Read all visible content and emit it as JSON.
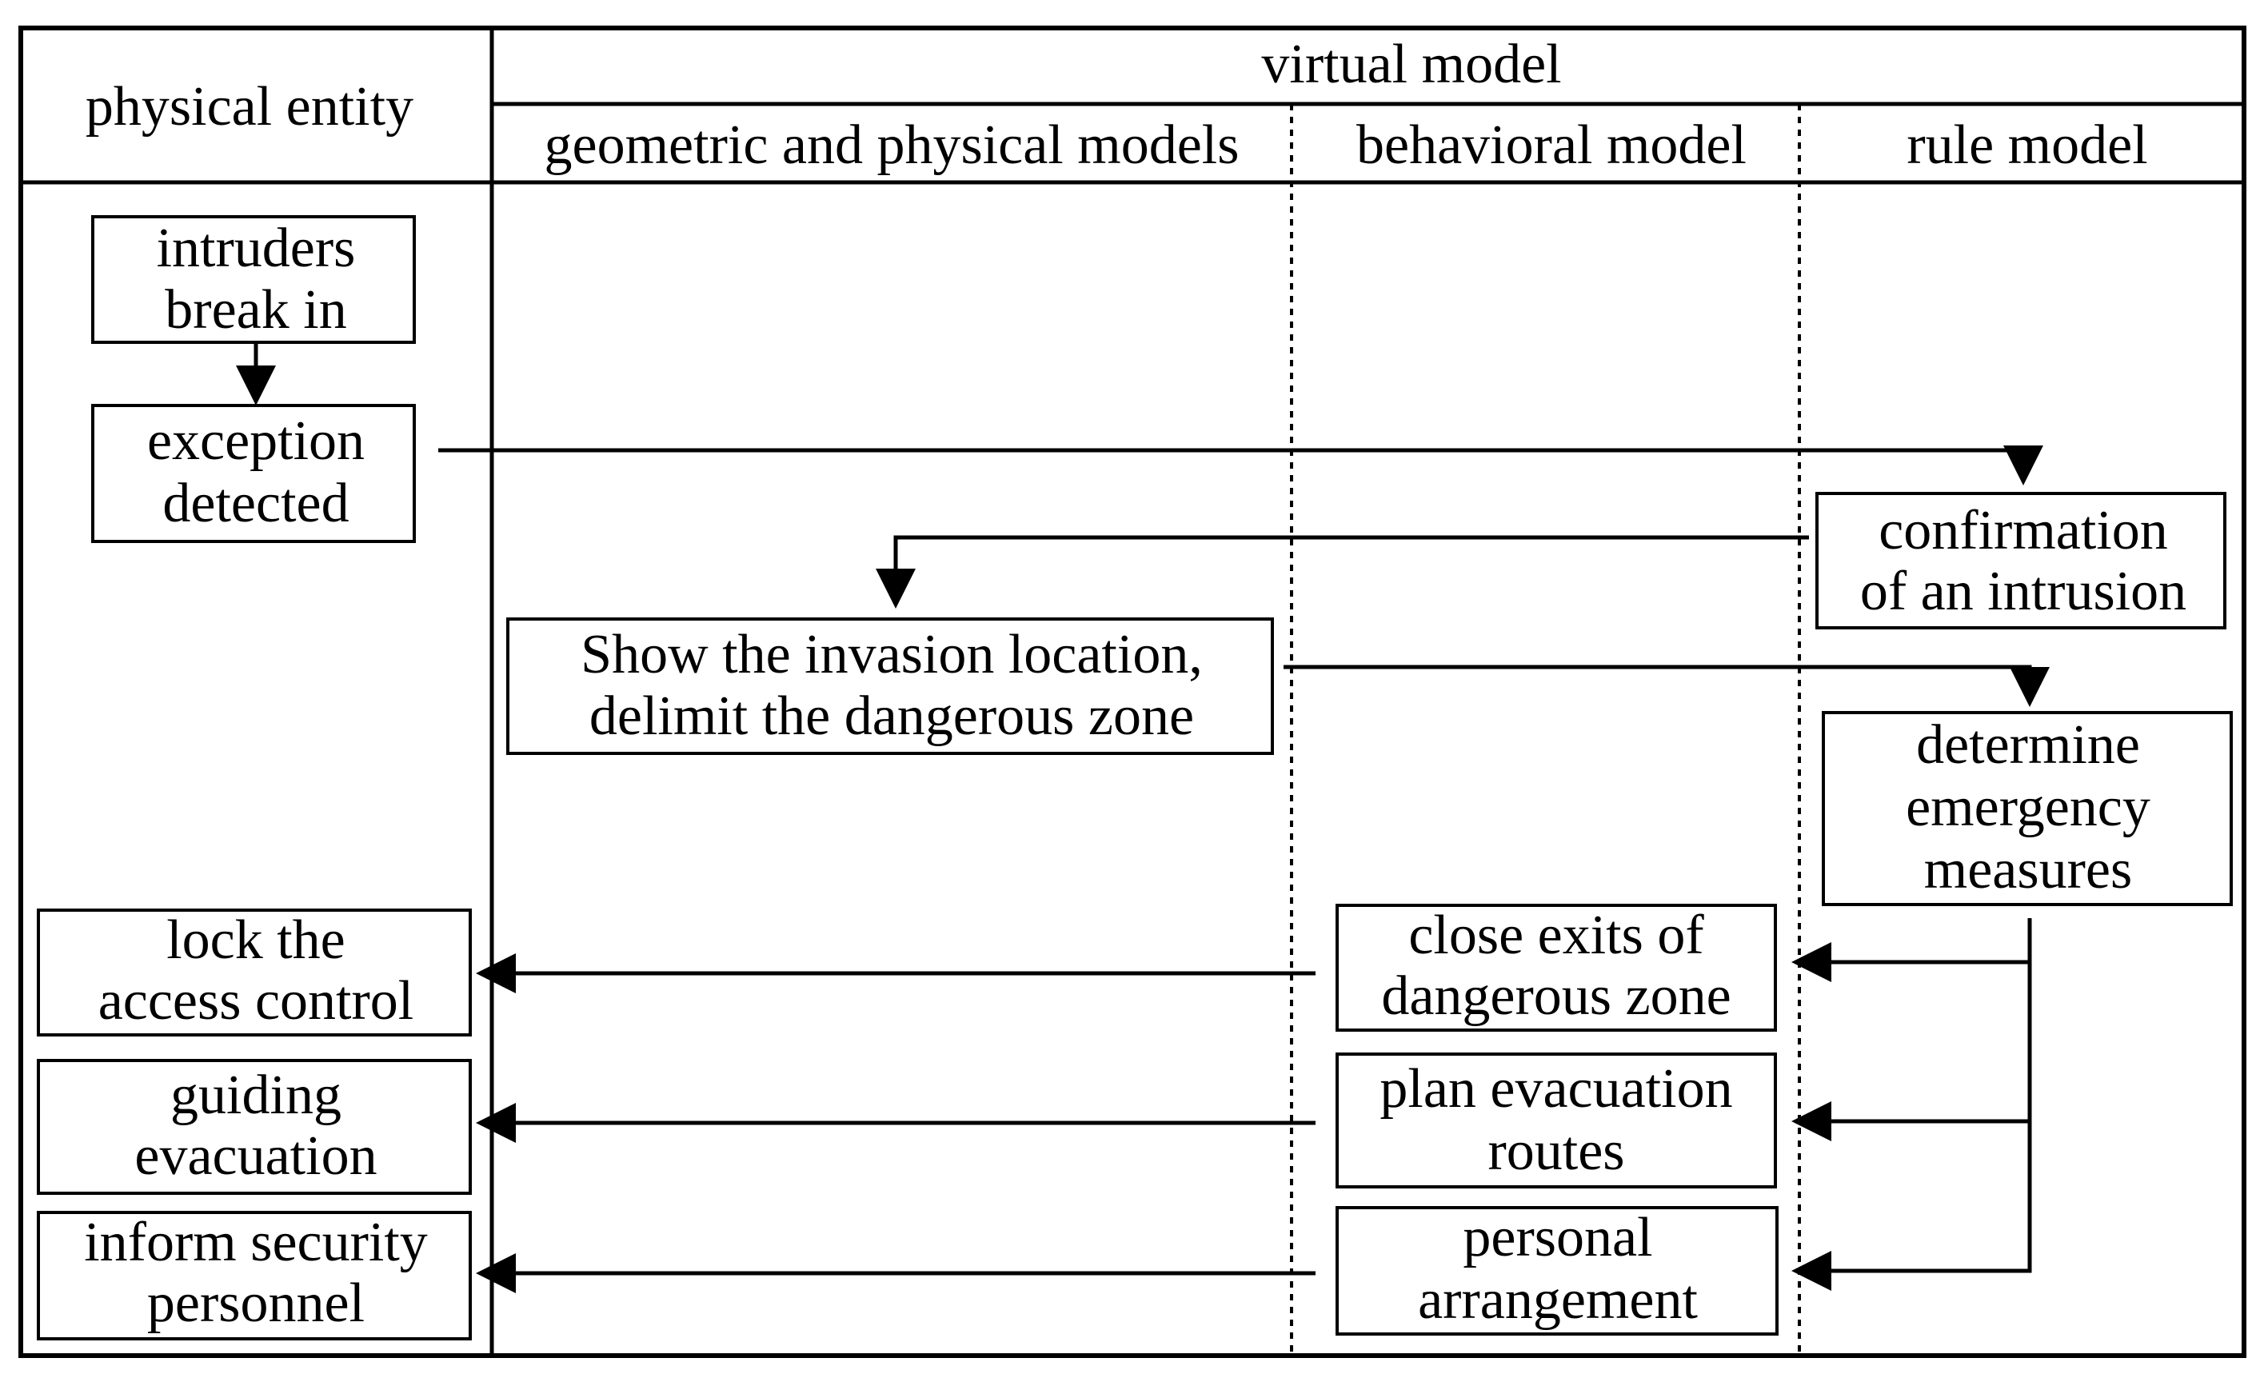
{
  "header": {
    "physical_entity": "physical entity",
    "virtual_model": "virtual model",
    "geometric_physical": "geometric and physical models",
    "behavioral": "behavioral model",
    "rule": "rule model"
  },
  "boxes": {
    "intruders": [
      "intruders",
      "break in"
    ],
    "exception": [
      "exception",
      "detected"
    ],
    "confirmation": [
      "confirmation",
      "of an intrusion"
    ],
    "show_location": [
      "Show the invasion location,",
      "delimit the dangerous zone"
    ],
    "emergency": [
      "determine",
      "emergency",
      "measures"
    ],
    "close_exits": [
      "close exits of",
      "dangerous zone"
    ],
    "plan_routes": [
      "plan evacuation",
      "routes"
    ],
    "personal": [
      "personal",
      "arrangement"
    ],
    "lock_access": [
      "lock the",
      "access control"
    ],
    "guiding": [
      "guiding",
      "evacuation"
    ],
    "inform": [
      "inform security",
      "personnel"
    ]
  }
}
